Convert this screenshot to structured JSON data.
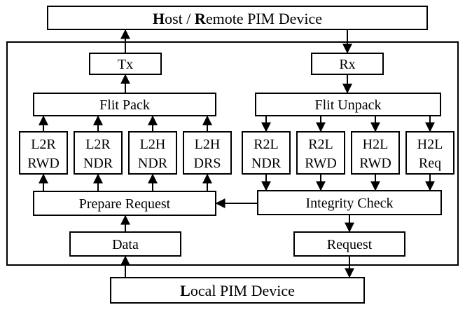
{
  "host": {
    "b1": "H",
    "r1": "ost / ",
    "b2": "R",
    "r2": "emote PIM Device"
  },
  "local": {
    "b1": "L",
    "r1": "ocal PIM Device"
  },
  "tx": "Tx",
  "rx": "Rx",
  "flit_pack": "Flit Pack",
  "flit_unpack": "Flit Unpack",
  "left_channels": [
    {
      "line1": "L2R",
      "line2": "RWD"
    },
    {
      "line1": "L2R",
      "line2": "NDR"
    },
    {
      "line1": "L2H",
      "line2": "NDR"
    },
    {
      "line1": "L2H",
      "line2": "DRS"
    }
  ],
  "right_channels": [
    {
      "line1": "R2L",
      "line2": "NDR"
    },
    {
      "line1": "R2L",
      "line2": "RWD"
    },
    {
      "line1": "H2L",
      "line2": "RWD"
    },
    {
      "line1": "H2L",
      "line2": "Req"
    }
  ],
  "prepare_request": "Prepare Request",
  "integrity_check": "Integrity Check",
  "data": "Data",
  "request": "Request"
}
